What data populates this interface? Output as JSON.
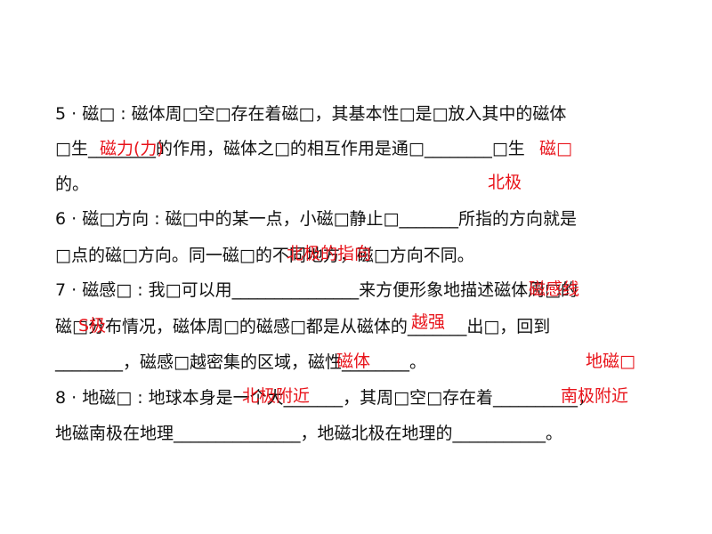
{
  "colors": {
    "text": "#111111",
    "answer": "#e8141b",
    "background": "#ffffff"
  },
  "lines": [
    "5 · 磁□ : 磁体周□空□存在着磁□，其基本性□是□放入其中的磁体",
    "□生________的作用，磁体之□的相互作用是通□________□生",
    "的。",
    "6 · 磁□方向 : 磁□中的某一点，小磁□静止□_______所指的方向就是",
    "□点的磁□方向。同一磁□的不同地方，磁□方向不同。",
    "7 · 磁感□ : 我□可以用_______________来方便形象地描述磁体周□的",
    "磁□分布情况，磁体周□的磁感□都是从磁体的_______出□，回到",
    "________，磁感□越密集的区域，磁性________。",
    "8 · 地磁□ : 地球本身是一个大_______，其周□空□存在着__________，",
    "地磁南极在地理_______________，地磁北极在地理的___________。"
  ],
  "answers": [
    "磁力(力)",
    "磁□",
    "北极",
    "北极的指向",
    "磁感线",
    "S极",
    "越强",
    "磁体",
    "地磁□",
    "北极附近",
    "南极附近"
  ]
}
